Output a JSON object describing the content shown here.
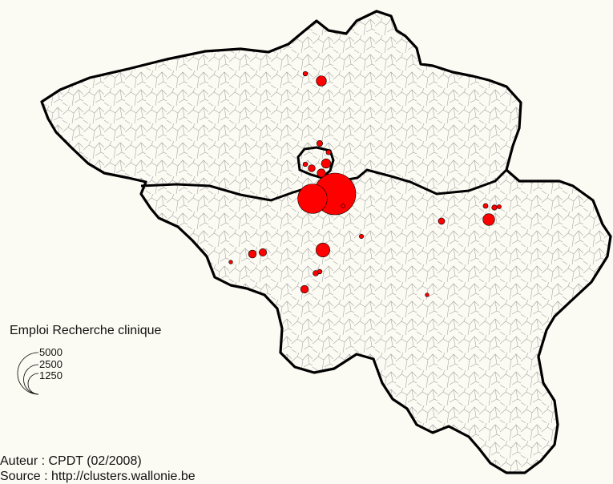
{
  "legend": {
    "title": "Emploi Recherche clinique",
    "values": [
      "5000",
      "2500",
      "1250"
    ]
  },
  "credits": {
    "author": "Auteur : CPDT (02/2008)",
    "source": "Source : http://clusters.wallonie.be"
  },
  "colors": {
    "background": "#fbfbf3",
    "symbol": "#ff0000",
    "border": "#000000",
    "municipality": "#9a9a9a"
  },
  "symbols": [
    {
      "name": "bruxelles-cluster",
      "value": 5000
    },
    {
      "name": "bruxelles-west",
      "value": 2500
    },
    {
      "name": "mechelen",
      "value": 300
    },
    {
      "name": "antwerpen",
      "value": 60
    },
    {
      "name": "vilvoorde",
      "value": 250
    },
    {
      "name": "grimbergen",
      "value": 200
    },
    {
      "name": "jette",
      "value": 140
    },
    {
      "name": "brussels-north",
      "value": 100
    },
    {
      "name": "zaventem",
      "value": 70
    },
    {
      "name": "anderlecht",
      "value": 60
    },
    {
      "name": "ixelles",
      "value": 40
    },
    {
      "name": "charleroi-north",
      "value": 560
    },
    {
      "name": "charleroi",
      "value": 170
    },
    {
      "name": "mons-west",
      "value": 180
    },
    {
      "name": "mons",
      "value": 160
    },
    {
      "name": "nivelles",
      "value": 90
    },
    {
      "name": "namur",
      "value": 120
    },
    {
      "name": "liege",
      "value": 400
    },
    {
      "name": "liege-north",
      "value": 70
    },
    {
      "name": "herstal",
      "value": 80
    },
    {
      "name": "seraing",
      "value": 50
    },
    {
      "name": "wavre",
      "value": 55
    },
    {
      "name": "tournai",
      "value": 40
    },
    {
      "name": "binche",
      "value": 60
    },
    {
      "name": "marche",
      "value": 40
    }
  ]
}
